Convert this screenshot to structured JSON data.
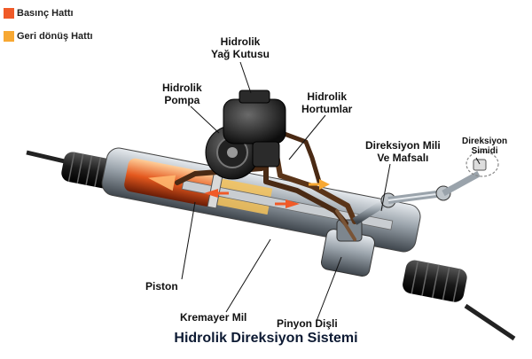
{
  "legend": [
    {
      "label": "Basınç Hattı",
      "color": "#f05a28"
    },
    {
      "label": "Geri dönüş Hattı",
      "color": "#f7a833"
    }
  ],
  "labels": {
    "reservoir": [
      "Hidrolik",
      "Yağ Kutusu"
    ],
    "pump": [
      "Hidrolik",
      "Pompa"
    ],
    "hoses": [
      "Hidrolik",
      "Hortumlar"
    ],
    "shaft": [
      "Direksiyon Mili",
      "Ve Mafsalı"
    ],
    "wheel": [
      "Direksiyon",
      "Simidi"
    ],
    "piston": "Piston",
    "rack": "Kremayer Mil",
    "pinion": "Pinyon  Dişli"
  },
  "title": "Hidrolik Direksiyon Sistemi",
  "colors": {
    "pressure": "#f05a28",
    "return": "#f7a833",
    "hose": "#4a2a14",
    "metal": "#9aa3ab",
    "boot": "#1e1e1e"
  }
}
